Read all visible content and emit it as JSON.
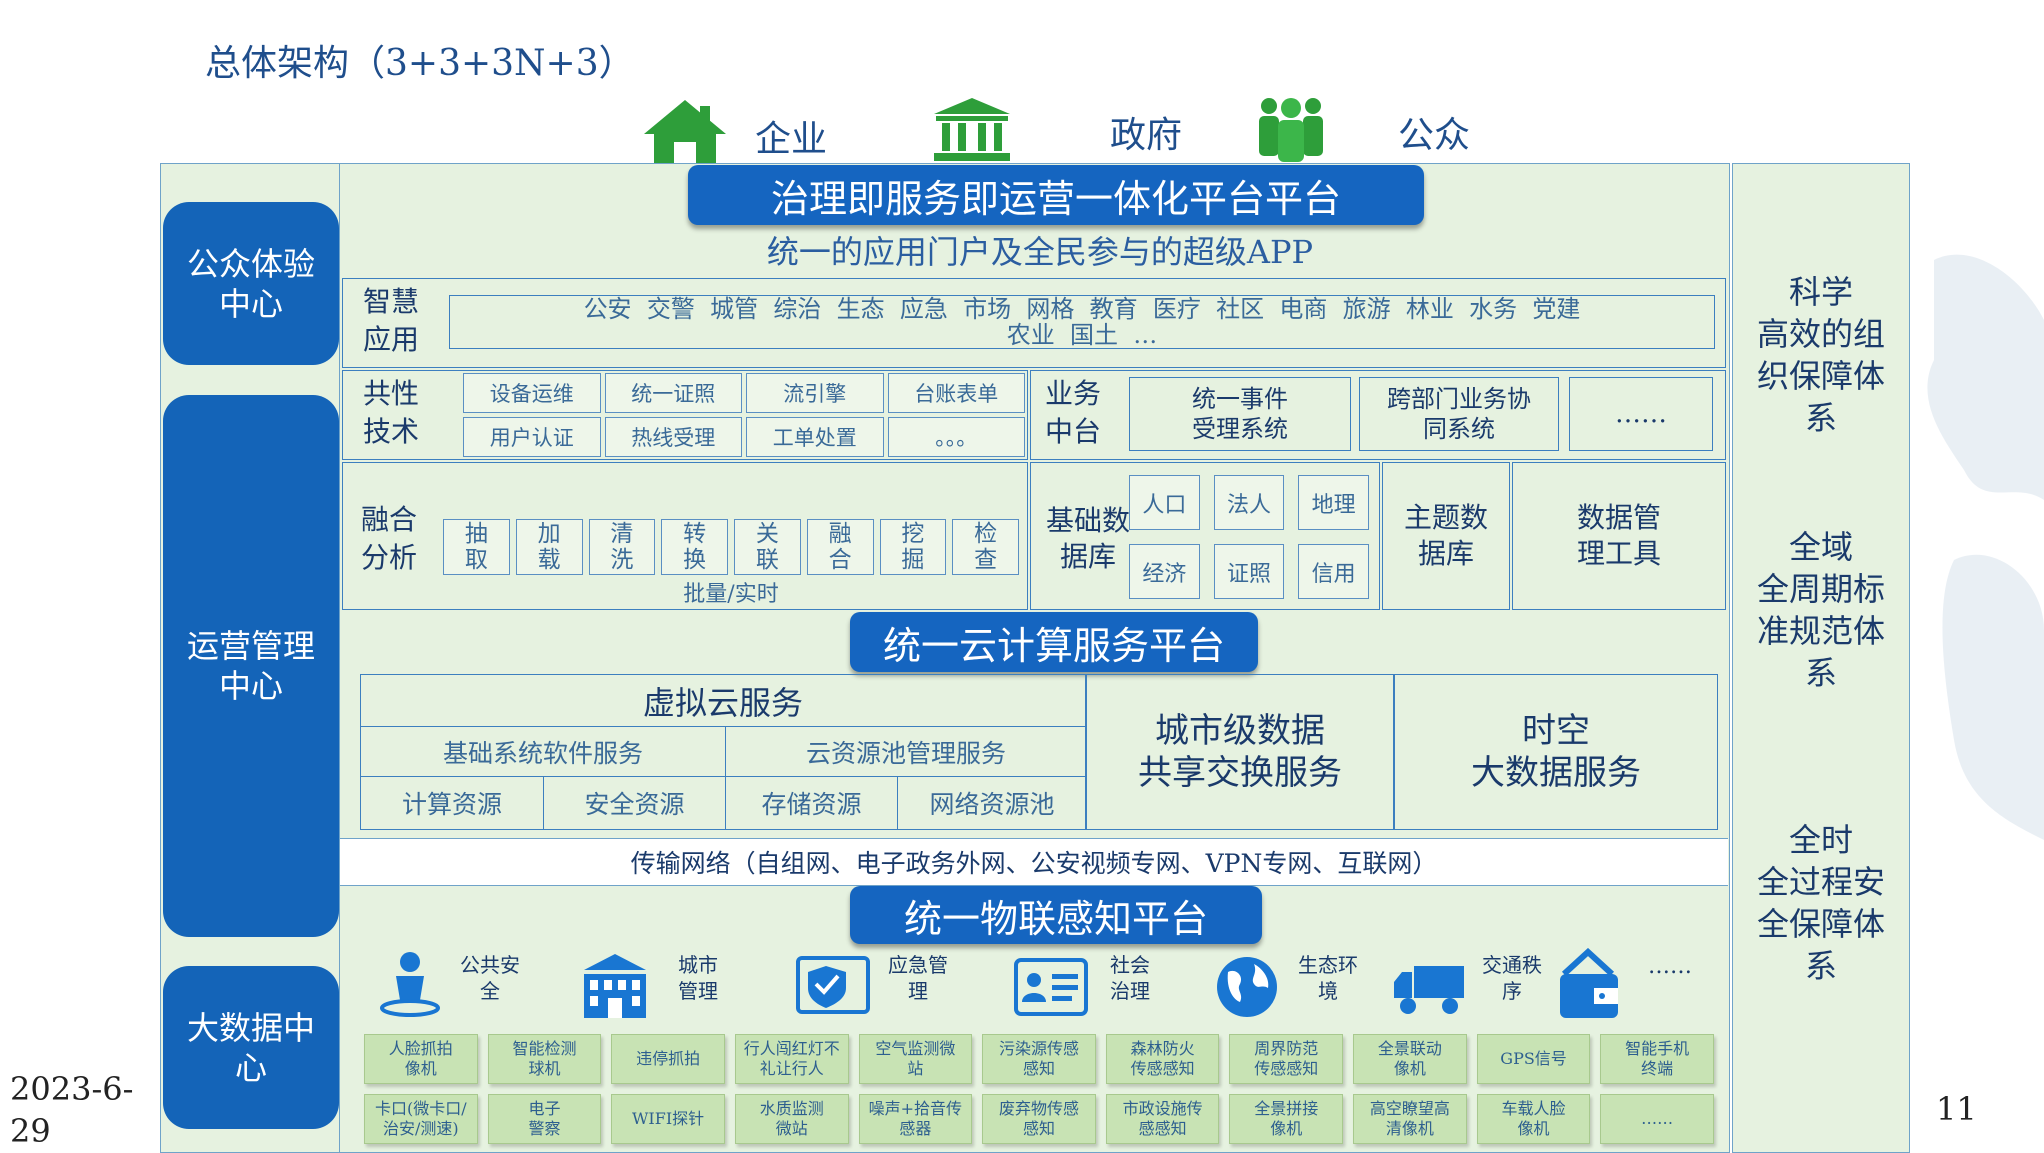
{
  "title": "总体架构（3+3+3N+3）",
  "users": [
    {
      "label": "企业",
      "icon": "house-icon"
    },
    {
      "label": "政府",
      "icon": "government-building-icon"
    },
    {
      "label": "公众",
      "icon": "people-group-icon"
    }
  ],
  "left_centers": [
    "公众体验中心",
    "运营管理中心",
    "大数据中心"
  ],
  "left_center_lines": [
    [
      "公众体验",
      "中心"
    ],
    [
      "运营管理",
      "中心"
    ],
    [
      "大数据中",
      "心"
    ]
  ],
  "platform_top": "治理即服务即运营一体化平台平台",
  "app_portal": "统一的应用门户及全民参与的超级APP",
  "smart_apps": {
    "label": [
      "智慧",
      "应用"
    ],
    "line1": "公安  交警  城管  综治  生态  应急  市场  网格  教育  医疗  社区  电商  旅游  林业  水务  党建",
    "line2": "农业  国土  …"
  },
  "common_tech": {
    "label": [
      "共性",
      "技术"
    ],
    "items": [
      "设备运维",
      "统一证照",
      "流引擎",
      "台账表单",
      "用户认证",
      "热线受理",
      "工单处置",
      "。。。"
    ]
  },
  "business_center": {
    "label": [
      "业务",
      "中台"
    ],
    "items": [
      [
        "统一事件",
        "受理系统"
      ],
      [
        "跨部门业务协",
        "同系统"
      ],
      [
        "……"
      ]
    ]
  },
  "fusion": {
    "label": [
      "融合",
      "分析"
    ],
    "items": [
      [
        "抽",
        "取"
      ],
      [
        "加",
        "载"
      ],
      [
        "清",
        "洗"
      ],
      [
        "转",
        "换"
      ],
      [
        "关",
        "联"
      ],
      [
        "融",
        "合"
      ],
      [
        "挖",
        "掘"
      ],
      [
        "检",
        "查"
      ]
    ],
    "footer": "批量/实时"
  },
  "base_db": {
    "label": [
      "基础数",
      "据库"
    ],
    "items": [
      "人口",
      "法人",
      "地理",
      "经济",
      "证照",
      "信用"
    ]
  },
  "topic_db": [
    "主题数",
    "据库"
  ],
  "data_tools": [
    "数据管",
    "理工具"
  ],
  "cloud_platform": "统一云计算服务平台",
  "virtual_cloud": {
    "title": "虚拟云服务",
    "row1": [
      "基础系统软件服务",
      "云资源池管理服务"
    ],
    "row2": [
      "计算资源",
      "安全资源",
      "存储资源",
      "网络资源池"
    ]
  },
  "city_exchange": [
    "城市级数据",
    "共享交换服务"
  ],
  "spatio": [
    "时空",
    "大数据服务"
  ],
  "network": "传输网络（自组网、电子政务外网、公安视频专网、VPN专网、互联网）",
  "iot_platform": "统一物联感知平台",
  "iot_categories": [
    {
      "label": [
        "公共安",
        "全"
      ],
      "icon": "public-security-icon"
    },
    {
      "label": [
        "城市",
        "管理"
      ],
      "icon": "city-building-icon"
    },
    {
      "label": [
        "应急管",
        "理"
      ],
      "icon": "emergency-shield-icon"
    },
    {
      "label": [
        "社会",
        "治理"
      ],
      "icon": "id-card-icon"
    },
    {
      "label": [
        "生态环",
        "境"
      ],
      "icon": "globe-icon"
    },
    {
      "label": [
        "交通秩",
        "序"
      ],
      "icon": "truck-icon"
    },
    {
      "label": [
        "……"
      ],
      "icon": "wallet-icon"
    }
  ],
  "sensors_row1": [
    [
      "人脸抓拍",
      "像机"
    ],
    [
      "智能检测",
      "球机"
    ],
    [
      "违停抓拍"
    ],
    [
      "行人闯红灯不",
      "礼让行人"
    ],
    [
      "空气监测微",
      "站"
    ],
    [
      "污染源传感",
      "感知"
    ],
    [
      "森林防火",
      "传感感知"
    ],
    [
      "周界防范",
      "传感感知"
    ],
    [
      "全景联动",
      "像机"
    ],
    [
      "GPS信号"
    ],
    [
      "智能手机",
      "终端"
    ]
  ],
  "sensors_row2": [
    [
      "卡口(微卡口/",
      "治安/测速)"
    ],
    [
      "电子",
      "警察"
    ],
    [
      "WIFI探针"
    ],
    [
      "水质监测",
      "微站"
    ],
    [
      "噪声+拾音传",
      "感器"
    ],
    [
      "废弃物传感",
      "感知"
    ],
    [
      "市政设施传",
      "感感知"
    ],
    [
      "全景拼接",
      "像机"
    ],
    [
      "高空瞭望高",
      "清像机"
    ],
    [
      "车载人脸",
      "像机"
    ],
    [
      "……"
    ]
  ],
  "right_guarantees": [
    [
      "科学",
      "高效的组",
      "织保障体",
      "系"
    ],
    [
      "全域",
      "全周期标",
      "准规范体",
      "系"
    ],
    [
      "全时",
      "全过程安",
      "全保障体",
      "系"
    ]
  ],
  "date": [
    "2023-6-",
    "29"
  ],
  "page_number": "11",
  "colors": {
    "primary_blue": "#1565c0",
    "panel_green": "#e6f2e0",
    "sensor_green": "#c8e3b4",
    "icon_green": "#2e9e3a",
    "text_blue": "#1a3a6b"
  }
}
